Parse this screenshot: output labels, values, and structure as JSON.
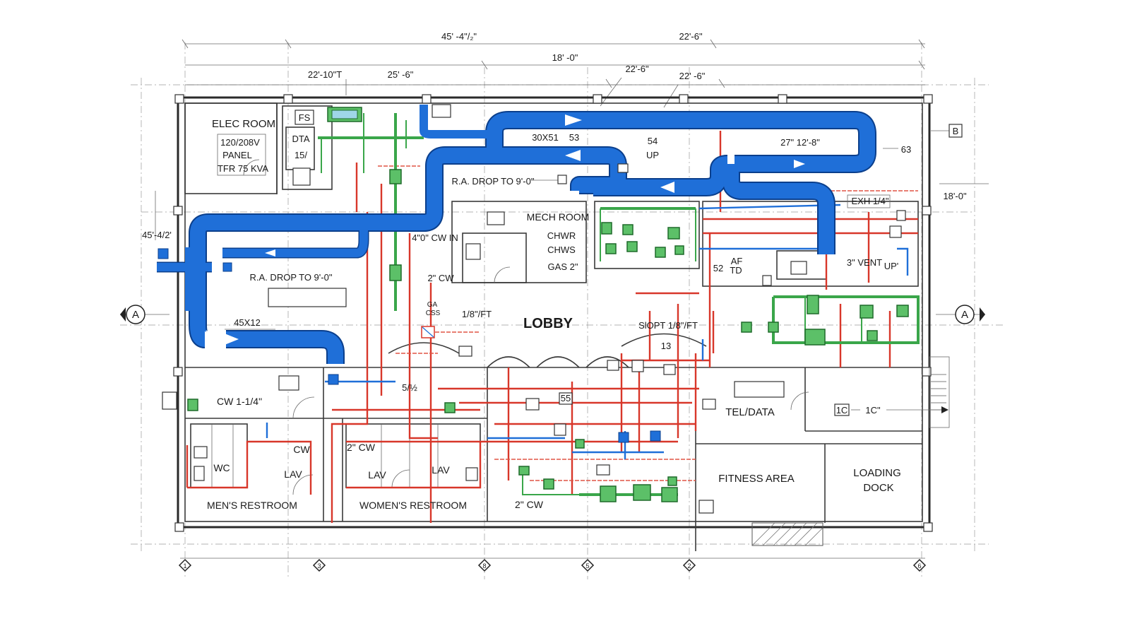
{
  "drawing": {
    "rooms": {
      "elec_room": "ELEC ROOM",
      "panel_voltage": "120/208V",
      "panel": "PANEL",
      "transformer": "TFR 75 KVA",
      "fs": "FS",
      "dta": "DTA",
      "fifteen": "15/",
      "mech_room": "MECH ROOM",
      "chwr": "CHWR",
      "chws": "CHWS",
      "gas": "GAS 2\"",
      "lobby": "LOBBY",
      "tel_data": "TEL/DATA",
      "fitness": "FITNESS AREA",
      "loading_1": "LOADING",
      "loading_2": "DOCK",
      "mens": "MEN'S RESTROOM",
      "womens": "WOMEN'S RESTROOM",
      "wc": "WC",
      "lav_1": "LAV",
      "lav_2": "LAV",
      "lav_3": "LAV",
      "cw_mens": "CW",
      "cw_womens": "2\" CW"
    },
    "notes": {
      "ra_drop_upper": "R.A. DROP TO 9'-0\"",
      "ra_drop_lower": "R.A. DROP TO 9'-0\"",
      "cw_in": "4\"0\" CW IN",
      "cw_2_upper": "2\" CW",
      "cw_2_lower": "2\" CW",
      "cw_114": "CW 1-1/4\"",
      "slope_1": "1/8\"/FT",
      "slope_2": "SlOPT 1/8\"/FT",
      "exh": "EXH 1/4\"",
      "vent": "3\" VENT",
      "up_1": "UP",
      "up_2": "UP'",
      "af": "AF",
      "td": "TD",
      "duct_3051": "30X51",
      "duct_53": "53",
      "duct_54": "54",
      "duct_27": "27\" 12'-8\"",
      "duct_63": "63",
      "duct_4512": "45X12",
      "mark_13": "13",
      "mark_55": "55",
      "mark_52": "52",
      "mark_5_12": "5/½",
      "mark_1c": "1C",
      "mark_1c2": "1C\"",
      "sec_a": "A",
      "sec_b": "B",
      "mark_ga": "GA",
      "mark_css": "CSS"
    },
    "dims": {
      "top_45": "45' -4\"/₂\"",
      "top_22_6a": "22'-6\"",
      "top_18": "18' -0\"",
      "top_22_6b": "22'-6\"",
      "top_22_6c": "22' -6\"",
      "top_22_10": "22'-10\"T",
      "top_25_6": "25' -6\"",
      "left_45": "45'-4/2'",
      "right_18": "18'-0\""
    },
    "grid_bubbles": [
      "1",
      "3",
      "8",
      "5",
      "2",
      "6"
    ],
    "colors": {
      "supply_duct": "#1f6fd8",
      "water_pipe": "#d8372a",
      "chilled_water": "#3aa64a",
      "linework": "#2a2a2a"
    }
  }
}
